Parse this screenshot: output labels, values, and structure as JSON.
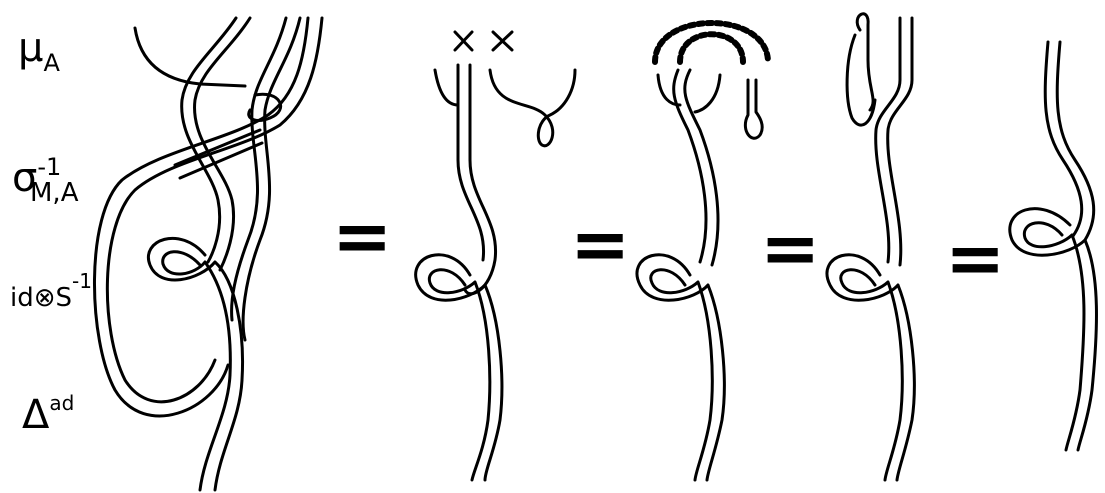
{
  "labels": {
    "mu_base": "μ",
    "mu_sub": "A",
    "sigma_base": "σ",
    "sigma_sup": "-1",
    "sigma_sub": "M,A",
    "idS_base": "id⊗S",
    "idS_sup": "-1",
    "delta_base": "Δ",
    "delta_sup": "ad"
  },
  "equals": [
    "=",
    "=",
    "=",
    "="
  ],
  "stroke_color": "#000000",
  "background_color": "#ffffff"
}
